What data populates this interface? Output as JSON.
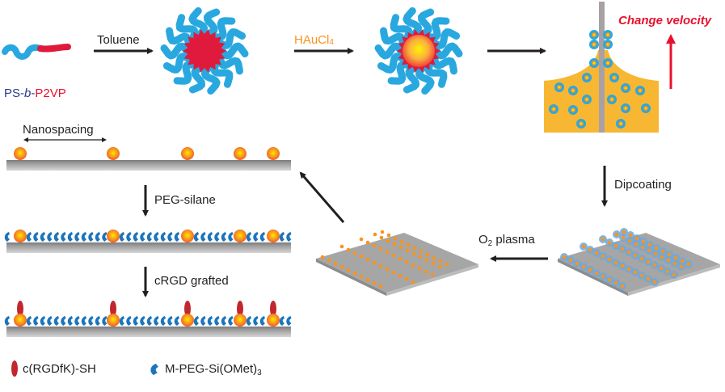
{
  "colors": {
    "ps_block": "#29a8e0",
    "p2vp_block": "#e01a3c",
    "gold_core": "#f7b31a",
    "gold_center": "#ffe600",
    "solution": "#f7b733",
    "substrate": "#9d9d9d",
    "substrate_light": "#bdbdbd",
    "arrow": "#231f20",
    "velocity_arrow": "#e8112d",
    "peg": "#1b75bc",
    "rgd": "#c1272d",
    "text": "#231f20"
  },
  "labels": {
    "copolymer": {
      "ps": "PS-",
      "b": "b",
      "dash": "-",
      "p2vp": "P2VP"
    },
    "toluene": "Toluene",
    "haucl4_main": "HAuCl",
    "haucl4_sub": "4",
    "change_velocity": "Change velocity",
    "dipcoating": "Dipcoating",
    "o2_main": "O",
    "o2_sub": "2",
    "o2_rest": " plasma",
    "nanospacing": "Nanospacing",
    "peg_silane": "PEG-silane",
    "crgd_grafted": "cRGD grafted",
    "legend_rgd": "c(RGDfK)-SH",
    "legend_peg_main": "M-PEG-Si(OMet)",
    "legend_peg_sub": "3"
  },
  "surfaces": {
    "particle_count": 5,
    "peg_units_between": [
      11,
      8,
      6,
      2
    ]
  },
  "dipcoat": {
    "micelles_on_rod": 6,
    "micelles_in_solution": 14
  },
  "plates": {
    "rows": 5,
    "dots_per_row": [
      10,
      12,
      12,
      11,
      11
    ]
  }
}
